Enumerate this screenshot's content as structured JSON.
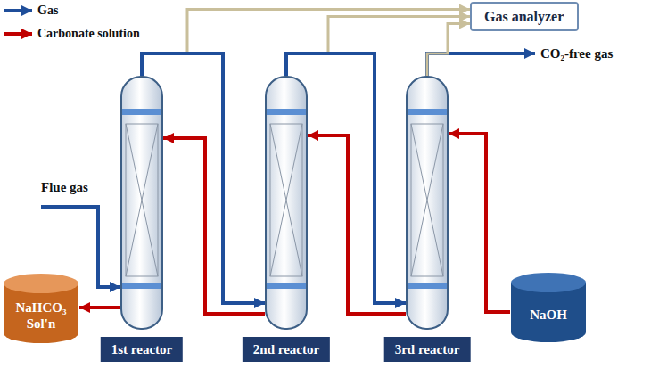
{
  "diagram": {
    "nodes": [
      {
        "text": [
          "Gas analyzer"
        ]
      },
      {
        "text": [
          "1st reactor"
        ]
      },
      {
        "text": [
          "2nd reactor"
        ]
      },
      {
        "text": [
          "3rd reactor"
        ]
      },
      {
        "text": [
          "NaHCO₃ Sol'n"
        ]
      },
      {
        "text": [
          "NaOH"
        ]
      }
    ],
    "edges": [
      {
        "from": 1,
        "to": 2,
        "arrow": "to"
      },
      {
        "from": 2,
        "to": 3,
        "arrow": "to"
      },
      {
        "from": 1,
        "to": 0,
        "arrow": "to"
      },
      {
        "from": 2,
        "to": 0,
        "arrow": "to"
      },
      {
        "from": 3,
        "to": 0,
        "arrow": "to"
      },
      {
        "from": 5,
        "to": 3,
        "arrow": "to"
      },
      {
        "from": 3,
        "to": 2,
        "arrow": "to"
      },
      {
        "from": 2,
        "to": 1,
        "arrow": "to"
      },
      {
        "from": 1,
        "to": 4,
        "arrow": "to"
      }
    ],
    "labels": [
      "Flue gas",
      "CO₂-free gas"
    ],
    "legend": [
      {
        "text": "Gas"
      },
      {
        "text": "Carbonate solution"
      }
    ]
  }
}
